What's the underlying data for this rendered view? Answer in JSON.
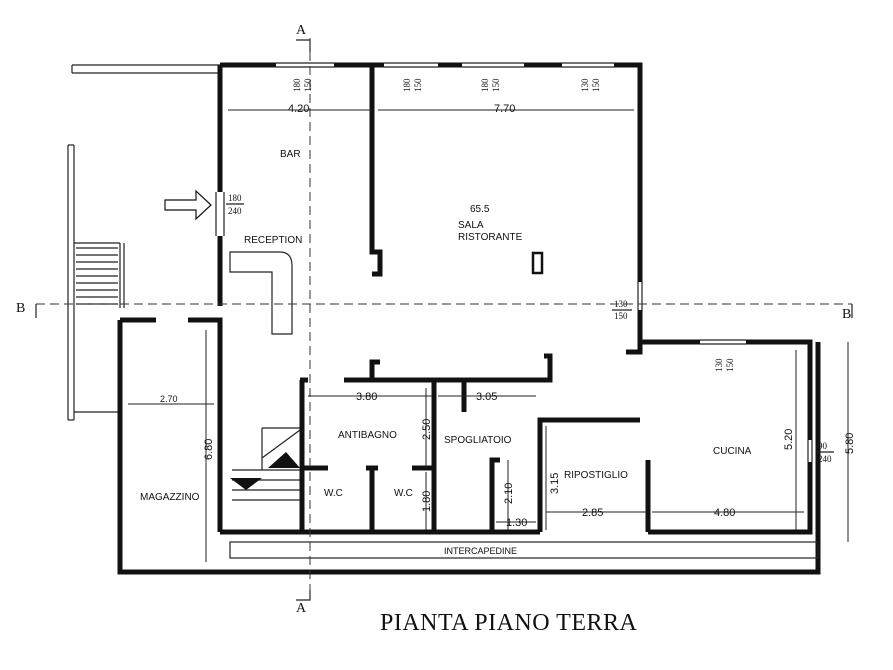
{
  "title": "PIANTA PIANO TERRA",
  "section_marks": {
    "a_top": "A",
    "a_bottom": "A",
    "b_left": "B",
    "b_right": "B"
  },
  "rooms": {
    "bar": "BAR",
    "reception": "RECEPTION",
    "sala_area": "65.5",
    "sala_line1": "SALA",
    "sala_line2": "RISTORANTE",
    "magazzino": "MAGAZZINO",
    "antibagno": "ANTIBAGNO",
    "spogliatoio": "SPOGLIATOIO",
    "ripostiglio": "RIPOSTIGLIO",
    "cucina": "CUCINA",
    "wc_1": "W.C",
    "wc_2": "W.C",
    "intercapedine": "INTERCAPEDINE"
  },
  "dimensions": {
    "bar_width": "4.20",
    "sala_width": "7.70",
    "magazzino_width": "2.70",
    "magazzino_depth": "6.80",
    "antibagno_width": "3.80",
    "spogliatoio_width": "3.05",
    "antibagno_depth": "2.50",
    "wc_depth": "1.80",
    "shower_depth": "2.10",
    "shower_width": "1.30",
    "ripostiglio_depth": "3.15",
    "ripostiglio_width": "2.85",
    "cucina_width": "4.80",
    "cucina_depth_inner": "5.20",
    "cucina_depth_outer": "5.80"
  },
  "openings": {
    "w1_top": "180",
    "w1_bottom": "150",
    "w2_top": "180",
    "w2_bottom": "150",
    "w3_top": "180",
    "w3_bottom": "150",
    "w4_top": "130",
    "w4_bottom": "150",
    "entrance_top": "180",
    "entrance_bottom": "240",
    "side_top": "130",
    "side_bottom": "150",
    "kitchen_top": "130",
    "kitchen_bottom": "150",
    "kitchen_right_top": "90",
    "kitchen_right_bottom": "240"
  }
}
